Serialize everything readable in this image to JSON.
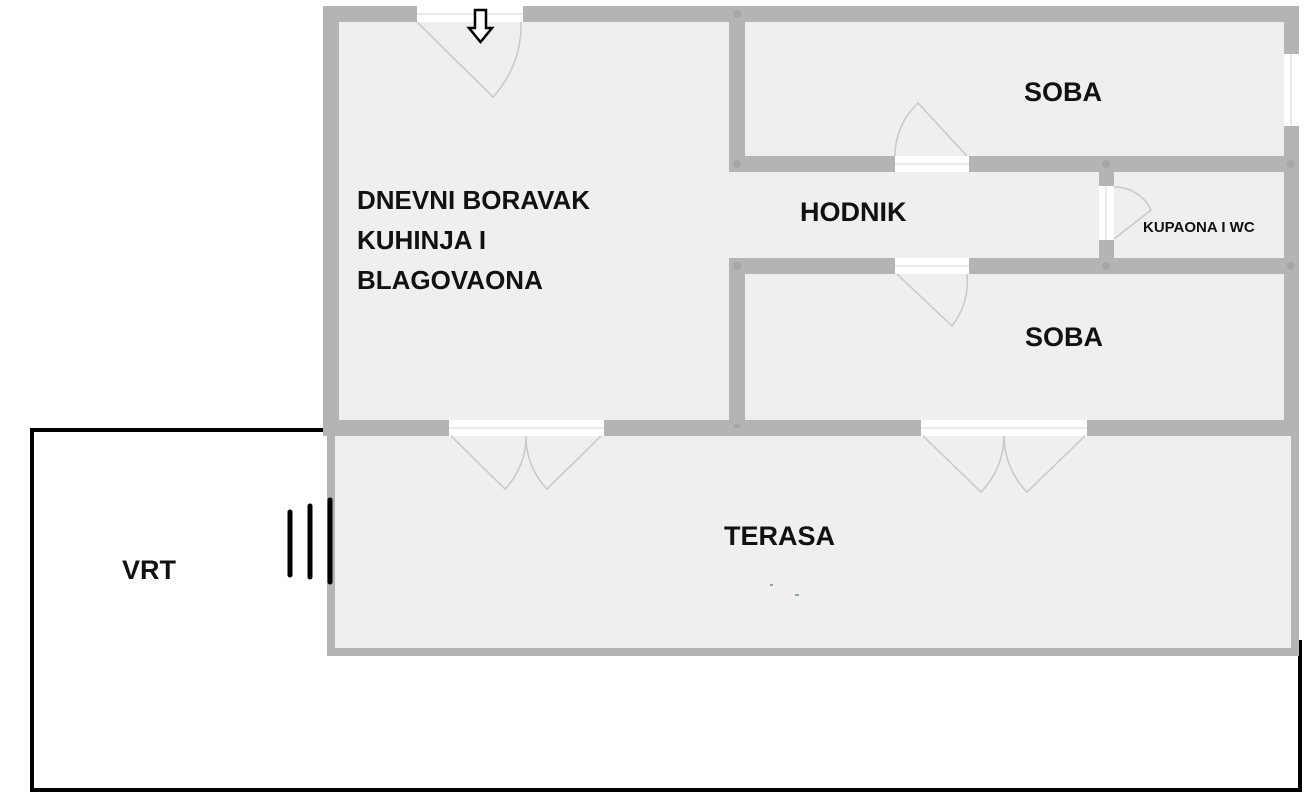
{
  "plan": {
    "rooms": {
      "living": {
        "lines": [
          "DNEVNI BORAVAK",
          "KUHINJA I",
          "BLAGOVAONA"
        ]
      },
      "bedroom_top": {
        "label": "SOBA"
      },
      "hallway": {
        "label": "HODNIK"
      },
      "bathroom": {
        "label": "KUPAONA I WC"
      },
      "bedroom_bottom": {
        "label": "SOBA"
      },
      "terrace": {
        "label": "TERASA"
      },
      "garden": {
        "label": "VRT"
      }
    },
    "colors": {
      "wall": "#b4b4b4",
      "floor": "#efefef",
      "door_arc": "#c8c8c8",
      "outline": "#000000"
    },
    "icons": {
      "entrance": "down-arrow-icon",
      "steps": "steps-icon"
    }
  }
}
